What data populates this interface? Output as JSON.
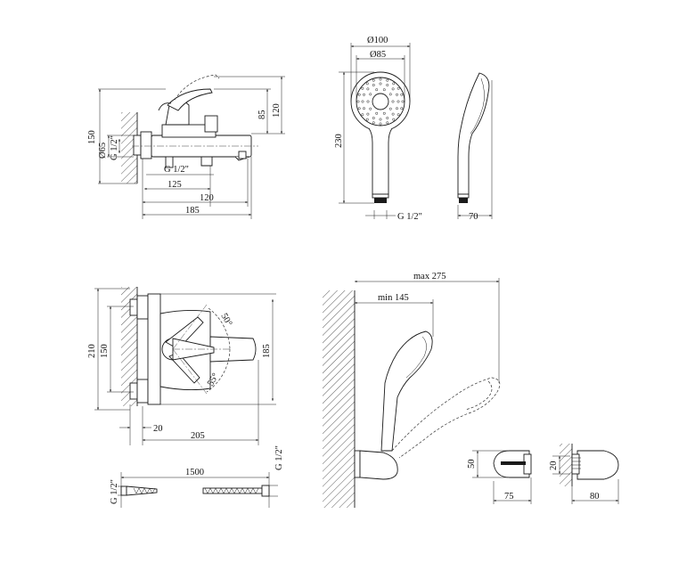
{
  "views": {
    "mixer_front": {
      "labels": [
        "150",
        "Ø65",
        "G 1/2\"",
        "85",
        "120",
        "G 1/2\"",
        "125",
        "120",
        "185"
      ]
    },
    "hand_shower_front": {
      "labels": [
        "Ø100",
        "Ø85",
        "230",
        "G 1/2\""
      ]
    },
    "hand_shower_side": {
      "labels": [
        "70"
      ]
    },
    "mixer_top": {
      "labels": [
        "210",
        "150",
        "185",
        "50°",
        "55°",
        "20",
        "205"
      ]
    },
    "hose": {
      "labels": [
        "1500",
        "G 1/2\"",
        "G 1/2\""
      ]
    },
    "shower_reach": {
      "labels": [
        "max 275",
        "min 145"
      ]
    },
    "holder_front": {
      "labels": [
        "50",
        "75"
      ]
    },
    "holder_side": {
      "labels": [
        "20",
        "80"
      ]
    }
  }
}
